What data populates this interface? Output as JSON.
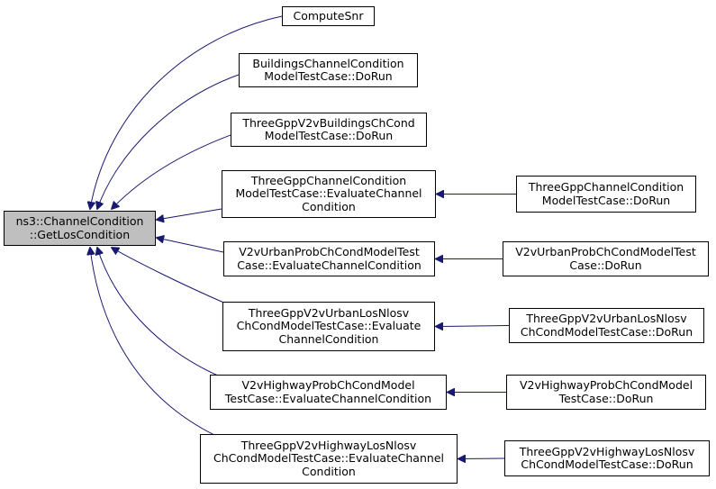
{
  "colors": {
    "edge": "#191970",
    "node_border": "#000000",
    "focus_fill": "#bfbfbf"
  },
  "nodes": {
    "root": {
      "lines": [
        "ns3::ChannelCondition",
        "::GetLosCondition"
      ]
    },
    "compute_snr": {
      "lines": [
        "ComputeSnr"
      ]
    },
    "buildings_dorun": {
      "lines": [
        "BuildingsChannelCondition",
        "ModelTestCase::DoRun"
      ]
    },
    "v2v_buildings_dorun": {
      "lines": [
        "ThreeGppV2vBuildingsChCond",
        "ModelTestCase::DoRun"
      ]
    },
    "threegpp_eval": {
      "lines": [
        "ThreeGppChannelCondition",
        "ModelTestCase::EvaluateChannel",
        "Condition"
      ]
    },
    "v2v_urban_prob_eval": {
      "lines": [
        "V2vUrbanProbChCondModelTest",
        "Case::EvaluateChannelCondition"
      ]
    },
    "v2v_urban_losnlos_eval": {
      "lines": [
        "ThreeGppV2vUrbanLosNlosv",
        "ChCondModelTestCase::Evaluate",
        "ChannelCondition"
      ]
    },
    "v2v_highway_prob_eval": {
      "lines": [
        "V2vHighwayProbChCondModel",
        "TestCase::EvaluateChannelCondition"
      ]
    },
    "v2v_highway_losnlos_eval": {
      "lines": [
        "ThreeGppV2vHighwayLosNlosv",
        "ChCondModelTestCase::EvaluateChannel",
        "Condition"
      ]
    },
    "threegpp_dorun": {
      "lines": [
        "ThreeGppChannelCondition",
        "ModelTestCase::DoRun"
      ]
    },
    "v2v_urban_prob_dorun": {
      "lines": [
        "V2vUrbanProbChCondModelTest",
        "Case::DoRun"
      ]
    },
    "v2v_urban_losnlos_dorun": {
      "lines": [
        "ThreeGppV2vUrbanLosNlosv",
        "ChCondModelTestCase::DoRun"
      ]
    },
    "v2v_highway_prob_dorun": {
      "lines": [
        "V2vHighwayProbChCondModel",
        "TestCase::DoRun"
      ]
    },
    "v2v_highway_losnlos_dorun": {
      "lines": [
        "ThreeGppV2vHighwayLosNlosv",
        "ChCondModelTestCase::DoRun"
      ]
    }
  },
  "edges": [
    {
      "from": "compute_snr",
      "to": "root"
    },
    {
      "from": "buildings_dorun",
      "to": "root"
    },
    {
      "from": "v2v_buildings_dorun",
      "to": "root"
    },
    {
      "from": "threegpp_eval",
      "to": "root"
    },
    {
      "from": "v2v_urban_prob_eval",
      "to": "root"
    },
    {
      "from": "v2v_urban_losnlos_eval",
      "to": "root"
    },
    {
      "from": "v2v_highway_prob_eval",
      "to": "root"
    },
    {
      "from": "v2v_highway_losnlos_eval",
      "to": "root"
    },
    {
      "from": "threegpp_dorun",
      "to": "threegpp_eval"
    },
    {
      "from": "v2v_urban_prob_dorun",
      "to": "v2v_urban_prob_eval"
    },
    {
      "from": "v2v_urban_losnlos_dorun",
      "to": "v2v_urban_losnlos_eval"
    },
    {
      "from": "v2v_highway_prob_dorun",
      "to": "v2v_highway_prob_eval"
    },
    {
      "from": "v2v_highway_losnlos_dorun",
      "to": "v2v_highway_losnlos_eval"
    }
  ]
}
